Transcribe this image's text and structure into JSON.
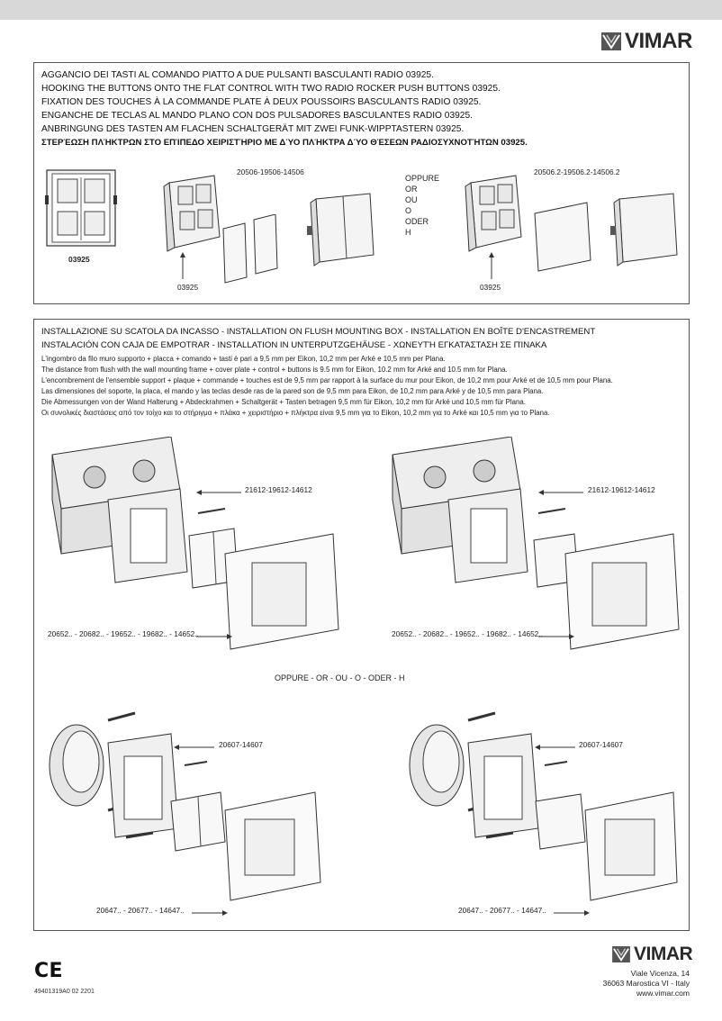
{
  "brand": {
    "name": "VIMAR"
  },
  "section1": {
    "lines": [
      "AGGANCIO DEI TASTI AL COMANDO PIATTO A DUE PULSANTI BASCULANTI RADIO 03925.",
      "HOOKING THE BUTTONS ONTO THE FLAT CONTROL WITH TWO RADIO ROCKER PUSH BUTTONS 03925.",
      "FIXATION DES TOUCHES À LA COMMANDE PLATE À DEUX POUSSOIRS BASCULANTS RADIO 03925.",
      "ENGANCHE DE TECLAS AL MANDO PLANO CON DOS PULSADORES BASCULANTES RADIO 03925.",
      "ANBRINGUNG DES TASTEN AM FLACHEN SCHALTGERÄT MIT ZWEI FUNK-WIPPTASTERN 03925.",
      "ΣΤΕΡΈΩΣΗ ΠΛΉΚΤΡΩΝ ΣΤΟ ΕΠΊΠΕΔΟ ΧΕΙΡΙΣΤΉΡΙΟ ΜΕ ΔΎΟ ΠΛΉΚΤΡΑ ΔΎΟ ΘΈΣΕΩΝ ΡΑΔΙΟΣΥΧΝΟΤΉΤΩΝ 03925."
    ],
    "device_label": "03925",
    "codes_a": "20506-19506-14506",
    "codes_b": "20506.2-19506.2-14506.2",
    "arrow_label_a": "03925",
    "arrow_label_b": "03925",
    "oppure": [
      "OPPURE",
      "OR",
      "OU",
      "O",
      "ODER",
      "H"
    ]
  },
  "section2": {
    "title_line1": "INSTALLAZIONE SU SCATOLA DA INCASSO - INSTALLATION ON FLUSH MOUNTING BOX - INSTALLATION EN BOÎTE D'ENCASTREMENT",
    "title_line2": "INSTALACIÓN CON CAJA DE EMPOTRAR - INSTALLATION IN UNTERPUTZGEHÄUSE - ΧΩΝΕΥΤΉ ΕΓΚΑΤΆΣΤΑΣΗ ΣΕ ΠΊΝΑΚΑ",
    "desc": [
      "L'ingombro da filo muro supporto + placca + comando + tasti  è pari  a 9,5 mm per Eikon, 10,2 mm per Arké e 10,5 mm per Plana.",
      "The distance from flush with the wall mounting frame + cover plate + control + buttons is 9.5 mm for Eikon, 10.2 mm for Arké and 10.5 mm for Plana.",
      "L'encombrement de l'ensemble support + plaque + commande + touches est de 9,5 mm par rapport à la surface du mur pour Eikon, de 10,2 mm pour Arké et de 10,5 mm pour Plana.",
      "Las dimensiones del soporte, la placa, el mando y las teclas desde ras de la pared son de 9,5 mm para Eikon, de 10,2 mm para Arké y de 10,5 mm para Plana.",
      "Die Abmessungen von der Wand Halterung + Abdeckrahmen +  Schaltgerät + Tasten betragen 9,5 mm für Eikon, 10,2 mm für Arké und 10,5 mm für Plana.",
      "Οι συνολικές διαστάσεις από τον τοίχο και το στήριγμα + πλάκα + χειριστήριο + πλήκτρα είναι 9,5 mm για το Eikon, 10,2 mm για το Arké και 10,5 mm για το Plana."
    ],
    "frame_codes_top": "21612-19612-14612",
    "plate_codes_top": "20652.. - 20682.. - 19652.. - 19682.. - 14652..",
    "oppure_line": "OPPURE - OR - OU - O - ODER - H",
    "frame_codes_bottom": "20607-14607",
    "plate_codes_bottom": "20647.. - 20677.. - 14647.."
  },
  "footer": {
    "doc_code": "49401319A0  02  2201",
    "address": [
      "Viale Vicenza, 14",
      "36063 Marostica VI - Italy",
      "www.vimar.com"
    ]
  }
}
